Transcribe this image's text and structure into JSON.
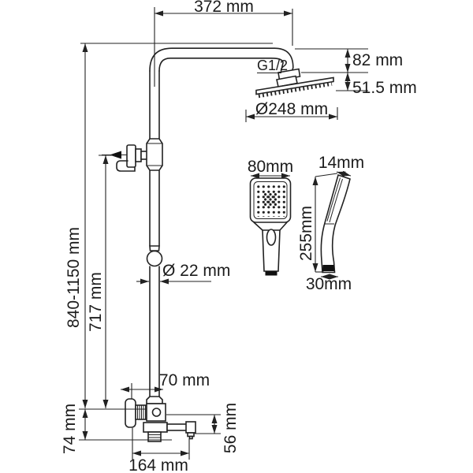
{
  "colors": {
    "line": "#222222",
    "background": "#ffffff",
    "accent_dark": "#111111"
  },
  "dimensions": {
    "top_width": "372 mm",
    "thread_size": "G1/2",
    "head_offset_height": "82 mm",
    "head_edge_height": "51.5 mm",
    "head_diameter": "Ø248 mm",
    "overall_height": "840-1150 mm",
    "riser_height": "717 mm",
    "pipe_diameter": "Ø 22 mm",
    "wall_offset": "70 mm",
    "mixer_drop": "74 mm",
    "spout_height": "56 mm",
    "spout_reach": "164 mm",
    "handshower_width": "80mm",
    "handshower_top_thickness": "14mm",
    "handshower_length": "255mm",
    "handshower_bottom_width": "30mm"
  }
}
